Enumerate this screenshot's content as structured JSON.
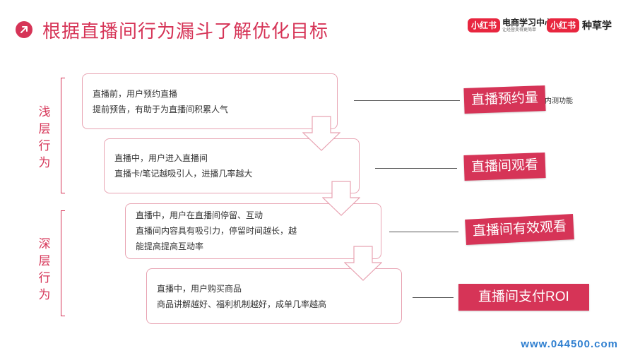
{
  "header": {
    "title": "根据直播间行为漏斗了解优化目标",
    "icon": "arrow-up-right-icon",
    "accent_color": "#d63457"
  },
  "brands": [
    {
      "pill": "小红书",
      "name": "电商学习中心",
      "tagline": "让经营变得更简单"
    },
    {
      "pill": "小红书",
      "name": "种草学"
    }
  ],
  "groups": [
    {
      "label": "浅层行为"
    },
    {
      "label": "深层行为"
    }
  ],
  "steps": [
    {
      "lines": [
        "直播前，用户预约直播",
        "提前预告，有助于为直播间积累人气"
      ],
      "metric": "直播预约量",
      "note": "内测功能"
    },
    {
      "lines": [
        "直播中，用户进入直播间",
        "直播卡/笔记越吸引人，进播几率越大"
      ],
      "metric": "直播间观看"
    },
    {
      "lines": [
        "直播中，用户在直播间停留、互动",
        "直播间内容具有吸引力，停留时间越长，越",
        "能提高提高互动率"
      ],
      "metric": "直播间有效观看"
    },
    {
      "lines": [
        "直播中，用户购买商品",
        "商品讲解越好、福利机制越好，成单几率越高"
      ],
      "metric": "直播间支付ROI"
    }
  ],
  "watermark": "www.044500.com"
}
